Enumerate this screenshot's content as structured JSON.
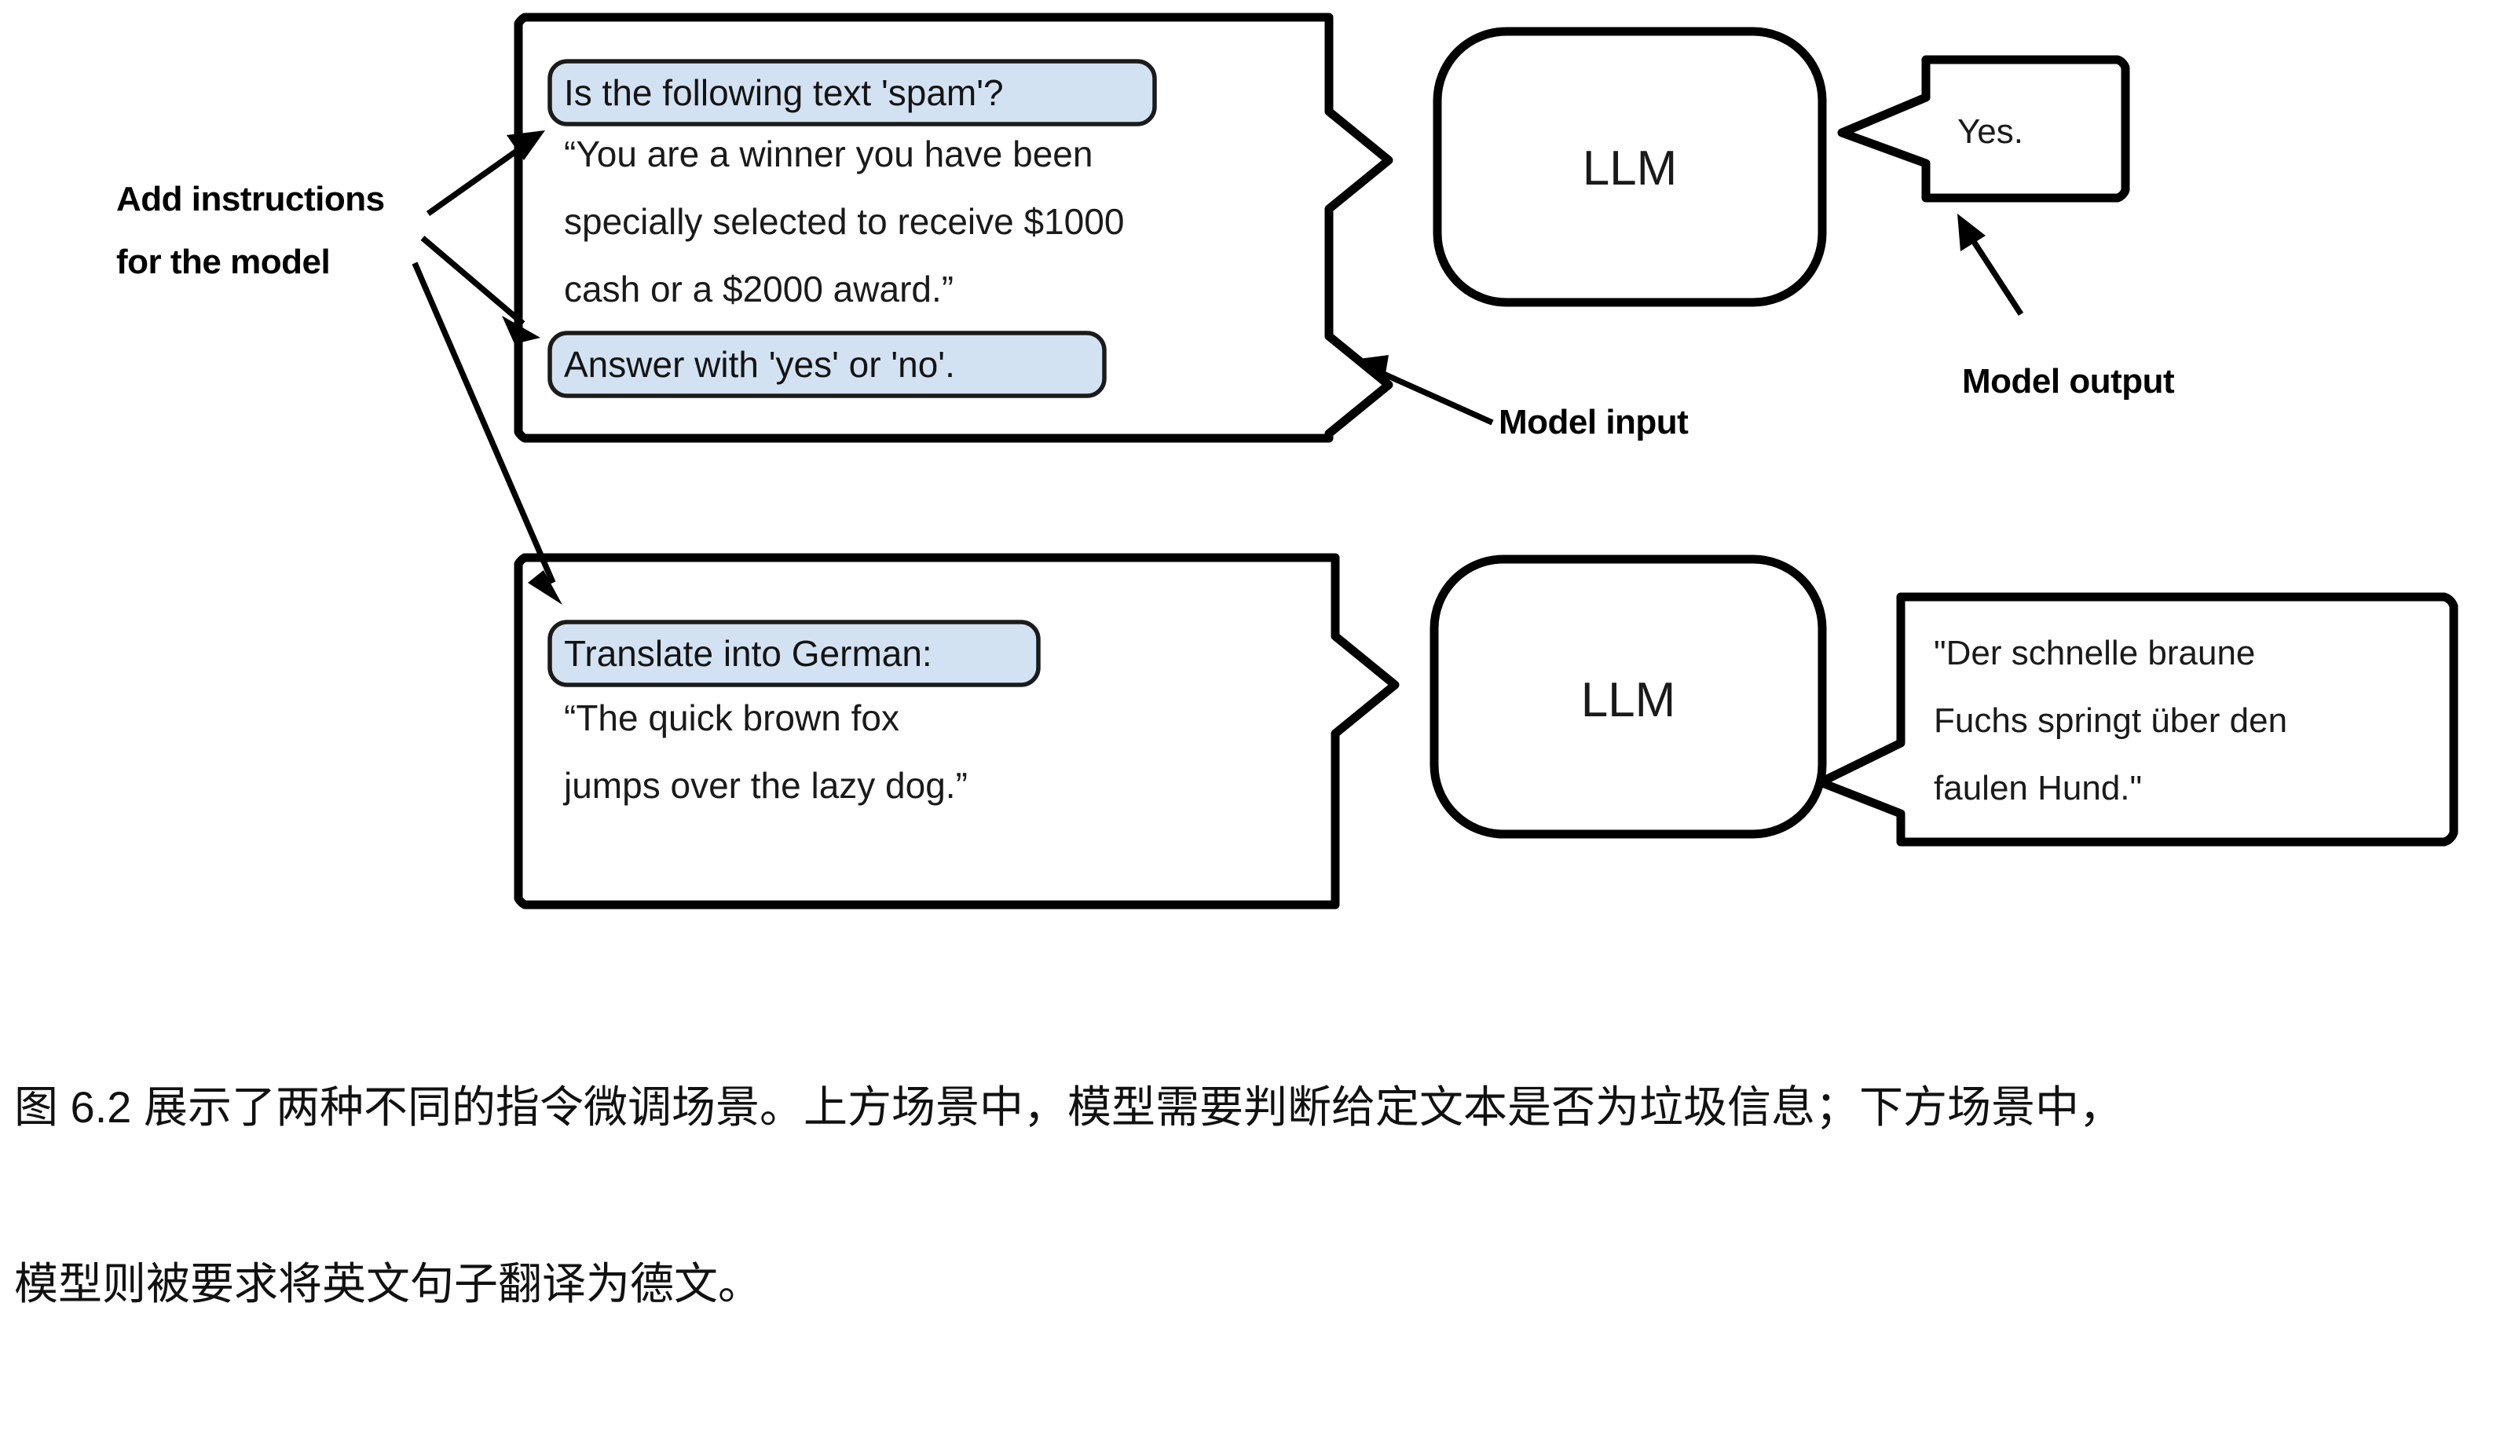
{
  "figure": {
    "caption_lines": [
      "图 6.2 展示了两种不同的指令微调场景。上方场景中，模型需要判断给定文本是否为垃圾信息；下方场景中，",
      "模型则被要求将英文句子翻译为德文。"
    ]
  },
  "annotations": {
    "add_instructions_line1": "Add instructions",
    "add_instructions_line2": "for the model",
    "model_input": "Model input",
    "model_output": "Model output"
  },
  "colors": {
    "instruction_chip_fill": "#d3e2f2",
    "outline": "#000000",
    "page_background": "#ffffff",
    "text": "#1a1a1a"
  },
  "scenarios": [
    {
      "id": "spam-classification",
      "input": {
        "instruction_chip": "Is the following text 'spam'?",
        "body_lines": [
          "“You are a winner you have been",
          "specially selected to receive $1000",
          "cash or a $2000 award.”"
        ],
        "answer_chip": "Answer with 'yes' or 'no'."
      },
      "model": {
        "label": "LLM"
      },
      "output": {
        "lines": [
          "Yes."
        ]
      }
    },
    {
      "id": "german-translation",
      "input": {
        "instruction_chip": "Translate into German:",
        "body_lines": [
          "“The quick brown fox",
          "jumps over the lazy dog.”"
        ],
        "answer_chip": null
      },
      "model": {
        "label": "LLM"
      },
      "output": {
        "lines": [
          "\"Der schnelle braune",
          "Fuchs springt über den",
          "faulen Hund.\""
        ]
      }
    }
  ]
}
